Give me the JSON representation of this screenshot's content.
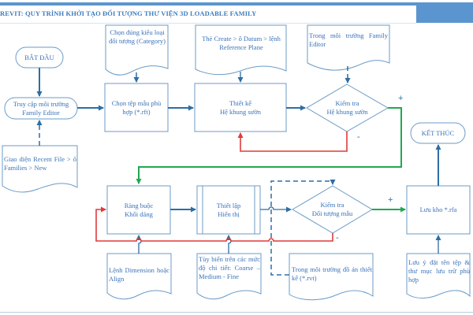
{
  "header": {
    "title": "REVIT: QUY TRÌNH KHỞI TẠO ĐỐI TƯỢNG THƯ VIỆN 3D LOADABLE FAMILY"
  },
  "colors": {
    "primary": "#2e6da4",
    "shape_stroke": "#6b9bc7",
    "success_path": "#21a84f",
    "fail_path": "#e03a3a",
    "header_bar": "#5b95cf"
  },
  "nodes": {
    "start": {
      "type": "terminator",
      "label": "BẮT ĐẦU"
    },
    "access_editor": {
      "type": "terminator",
      "label": "Truy cập môi trường Family Editor"
    },
    "choose_template": {
      "type": "process",
      "label": "Chọn tệp mẫu phù hợp (*.rft)"
    },
    "design_frame": {
      "type": "process",
      "label_line1": "Thiết kế",
      "label_line2": "Hệ khung sườn"
    },
    "check_frame": {
      "type": "decision",
      "label_line1": "Kiểm tra",
      "label_line2": "Hệ khung sườn"
    },
    "constraints": {
      "type": "process",
      "label_line1": "Ràng buộc",
      "label_line2": "Khối dáng"
    },
    "display_setup": {
      "type": "predefined-process",
      "label_line1": "Thiết lập",
      "label_line2": "Hiển thị"
    },
    "check_object": {
      "type": "decision",
      "label_line1": "Kiểm tra",
      "label_line2": "Đối tượng mẫu"
    },
    "save_rfa": {
      "type": "process",
      "label": "Lưu kho *.rfa"
    },
    "end": {
      "type": "terminator",
      "label": "KẾT THÚC"
    }
  },
  "notes": {
    "category": "Chọn đúng kiểu loại đối tượng (Category)",
    "recent_file": "Giao diện Recent File > ô Families > New",
    "reference_plane": "Thẻ Create > ô Datum > lệnh Reference Plane",
    "family_editor": "Trong môi trường Family Editor",
    "dimension": "Lệnh Dimension hoặc Align",
    "detail_levels": "Tùy biến trên các mức độ chi tiết: Coarse – Medium - Fine",
    "project_env": "Trong môi trường đồ án thiết kế (*.rvt)",
    "naming": "Lưu ý đặt tên tệp & thư mục lưu trữ phù hợp"
  },
  "branch_labels": {
    "frame_pass": "+",
    "frame_fail": "-",
    "object_pass": "+",
    "object_fail": "-"
  }
}
